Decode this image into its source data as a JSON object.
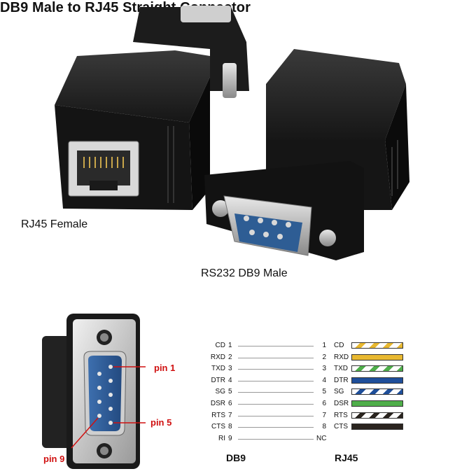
{
  "labels": {
    "rj45_female": "RJ45 Female",
    "db9_male": "RS232 DB9 Male",
    "title": "DB9 Male to RJ45 Straight Connector",
    "db9": "DB9",
    "rj45": "RJ45",
    "pin1": "pin 1",
    "pin5": "pin 5",
    "pin9": "pin 9"
  },
  "pins": [
    {
      "left_name": "CD",
      "left_num": "1",
      "right_num": "1",
      "right_name": "CD",
      "wire": "white-orange"
    },
    {
      "left_name": "RXD",
      "left_num": "2",
      "right_num": "2",
      "right_name": "RXD",
      "wire": "orange"
    },
    {
      "left_name": "TXD",
      "left_num": "3",
      "right_num": "3",
      "right_name": "TXD",
      "wire": "white-green"
    },
    {
      "left_name": "DTR",
      "left_num": "4",
      "right_num": "4",
      "right_name": "DTR",
      "wire": "blue"
    },
    {
      "left_name": "SG",
      "left_num": "5",
      "right_num": "5",
      "right_name": "SG",
      "wire": "white-blue"
    },
    {
      "left_name": "DSR",
      "left_num": "6",
      "right_num": "6",
      "right_name": "DSR",
      "wire": "green"
    },
    {
      "left_name": "RTS",
      "left_num": "7",
      "right_num": "7",
      "right_name": "RTS",
      "wire": "white-brown"
    },
    {
      "left_name": "CTS",
      "left_num": "8",
      "right_num": "8",
      "right_name": "CTS",
      "wire": "brown"
    },
    {
      "left_name": "RI",
      "left_num": "9",
      "right_num": "NC",
      "right_name": "",
      "wire": ""
    }
  ],
  "colors": {
    "orange": "#e8b830",
    "green": "#4fae4a",
    "blue": "#1f4f9a",
    "brown": "#2a241f",
    "pin_label": "#d01010",
    "connector_body": "#1a1a1a",
    "db9_insert": "#2e5d94"
  }
}
